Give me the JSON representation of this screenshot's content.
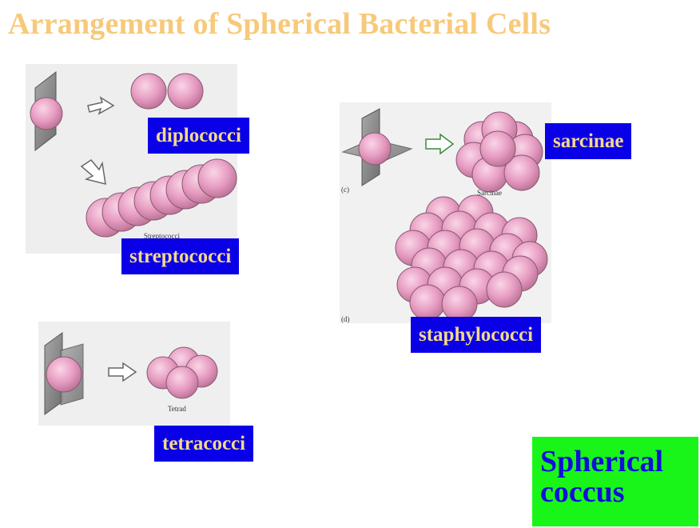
{
  "title": "Arrangement of  Spherical Bacterial Cells",
  "labels": {
    "diplococci": "diplococci",
    "streptococci": "streptococci",
    "tetracocci": "tetracocci",
    "sarcinae": "sarcinae",
    "staphylococci": "staphylococci"
  },
  "figure_captions": {
    "streptococci": "Streptococci",
    "tetrad": "Tetrad",
    "sarcinae": "Sarcinae",
    "panel_c": "(c)",
    "panel_d": "(d)"
  },
  "badge": {
    "line1": "Spherical",
    "line2": "coccus"
  },
  "colors": {
    "title": "#f7c97a",
    "label_bg": "#0a00e8",
    "label_text": "#f5d88a",
    "badge_bg": "#19f519",
    "badge_text": "#1010d8",
    "cell": "#e79cc2"
  }
}
